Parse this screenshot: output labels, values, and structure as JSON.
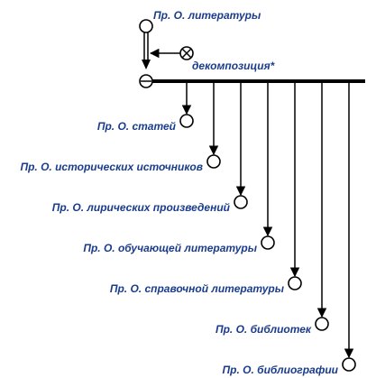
{
  "diagram": {
    "source_label": "Пр. О. литературы",
    "operation_label": "декомпозиция*",
    "children": [
      {
        "label": "Пр. О. статей"
      },
      {
        "label": "Пр. О. исторических источников"
      },
      {
        "label": "Пр. О. лирических произведений"
      },
      {
        "label": "Пр. О. обучающей литературы"
      },
      {
        "label": "Пр. О. справочной литературы"
      },
      {
        "label": "Пр. О. библиотек"
      },
      {
        "label": "Пр. О. библиографии"
      }
    ],
    "colors": {
      "label": "#1a3c8c",
      "stroke": "#000000"
    }
  }
}
